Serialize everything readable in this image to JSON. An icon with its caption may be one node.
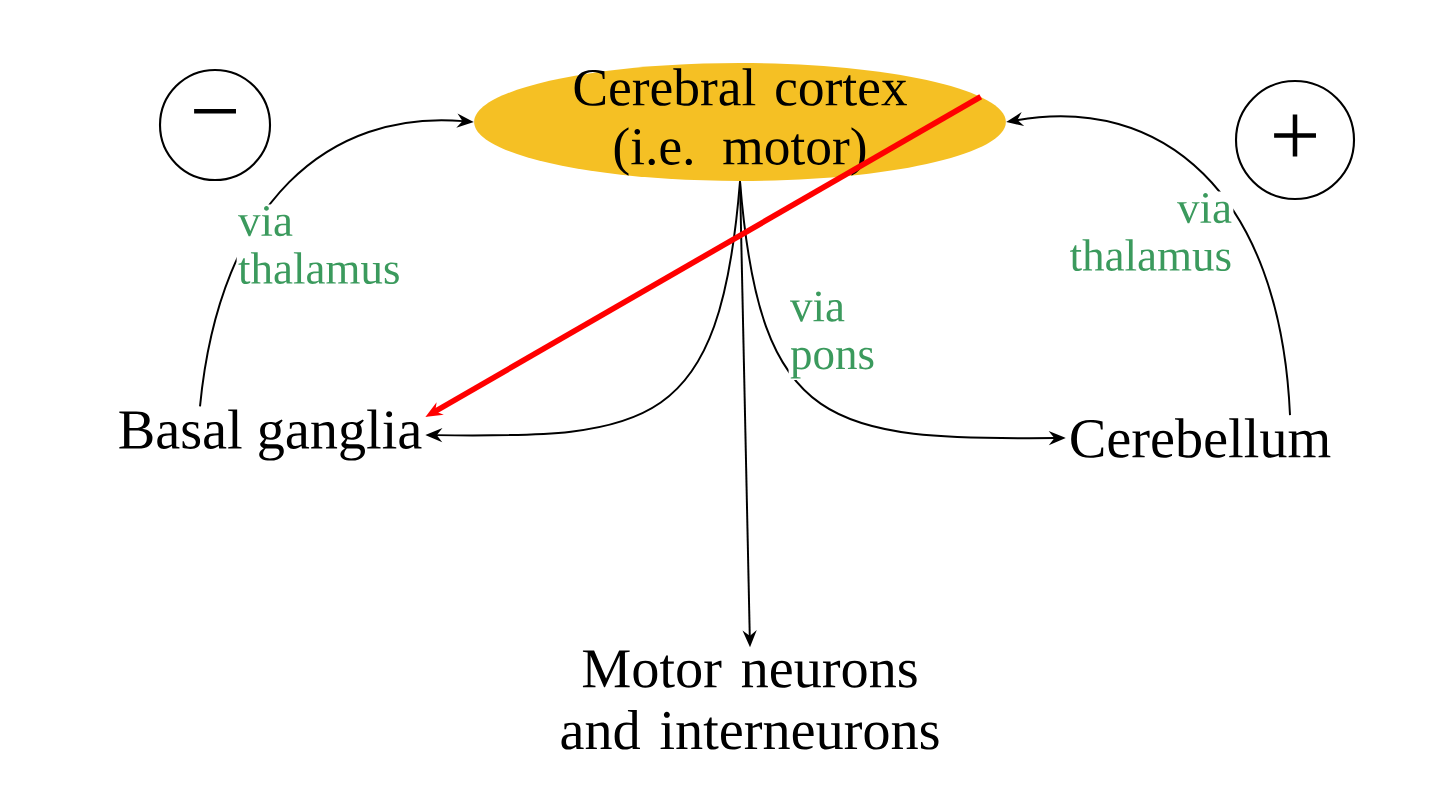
{
  "diagram": {
    "nodes": [
      {
        "text": [
          "Cerebral cortex (i.e. motor)"
        ]
      },
      {
        "text": [
          "Basal ganglia"
        ]
      },
      {
        "text": [
          "Cerebellum"
        ]
      },
      {
        "text": [
          "Motor neurons and interneurons"
        ]
      },
      {
        "text": [
          "−"
        ]
      },
      {
        "text": [
          "+"
        ]
      }
    ],
    "edges": [
      {
        "from": 1,
        "to": 0,
        "arrow": "to",
        "label": "via thalamus"
      },
      {
        "from": 2,
        "to": 0,
        "arrow": "to",
        "label": "via thalamus"
      },
      {
        "from": 0,
        "to": 1,
        "arrow": "to"
      },
      {
        "from": 0,
        "to": 2,
        "arrow": "to",
        "label": "via pons"
      },
      {
        "from": 0,
        "to": 3,
        "arrow": "to"
      },
      {
        "from": 0,
        "to": 1,
        "arrow": "to",
        "style": "thick",
        "color": "#ff0000"
      }
    ]
  }
}
